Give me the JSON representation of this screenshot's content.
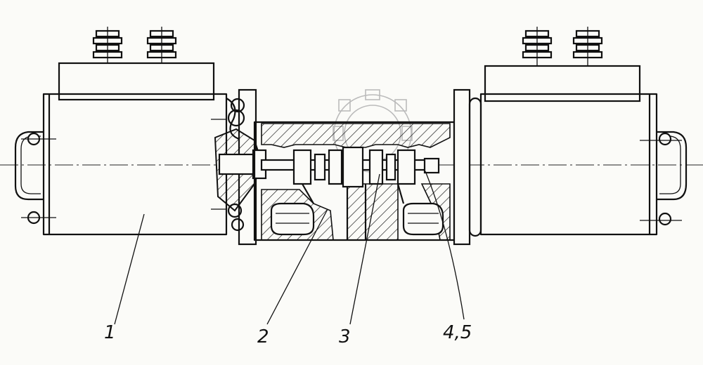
{
  "callouts": {
    "label_1": "1",
    "label_2": "2",
    "label_3": "3",
    "label_45": "4,5"
  },
  "parts": {
    "left_solenoid": "solenoid-coil",
    "valve_body": "valve-body",
    "spool": "spool",
    "right_solenoid": "solenoid-coil"
  },
  "colors": {
    "ink": "#111111",
    "paper": "#fbfbf8",
    "watermark": "#bbbbbb"
  }
}
